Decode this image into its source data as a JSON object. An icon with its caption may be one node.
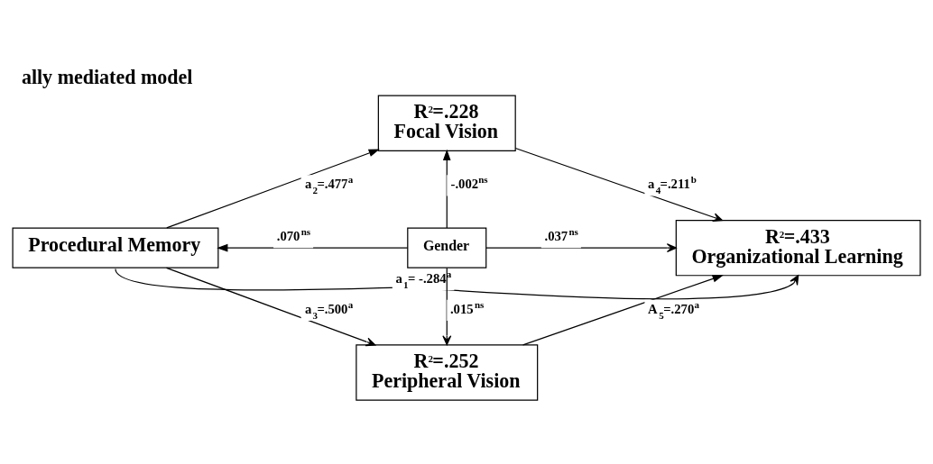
{
  "diagram": {
    "title": "ally mediated model",
    "nodes": [
      {
        "text": [
          "Procedural Memory"
        ]
      },
      {
        "text": [
          "R$^{2}$=.228",
          "Focal Vision"
        ]
      },
      {
        "text": [
          "Gender"
        ]
      },
      {
        "text": [
          "R$^{2}$=.252",
          "Peripheral Vision"
        ]
      },
      {
        "text": [
          "R$^{2}$=.433",
          "Organizational Learning"
        ]
      }
    ],
    "edges": [
      {
        "from": 0,
        "to": 1,
        "arrow": "to",
        "label": "a$_{2}$=.477$^{a}$"
      },
      {
        "from": 0,
        "to": 3,
        "arrow": "to",
        "label": "a$_{3}$=.500$^{a}$"
      },
      {
        "from": 2,
        "to": 1,
        "arrow": "to",
        "label": "-.002$^{ns}$"
      },
      {
        "from": 2,
        "to": 0,
        "arrow": "to",
        "label": ".070$^{ns}$"
      },
      {
        "from": 2,
        "to": 4,
        "arrow": "to",
        "label": ".037$^{ns}$"
      },
      {
        "from": 2,
        "to": 3,
        "arrow": "to",
        "label": ".015$^{ns}$"
      },
      {
        "from": 1,
        "to": 4,
        "arrow": "to",
        "label": "a$_{4}$=.211$^{b}$"
      },
      {
        "from": 3,
        "to": 4,
        "arrow": "to",
        "label": "A$_{5}$=.270$^{a}$"
      },
      {
        "from": 0,
        "to": 4,
        "arrow": "to",
        "label": "a$_{1}$= -.284$^{a}$"
      }
    ]
  }
}
